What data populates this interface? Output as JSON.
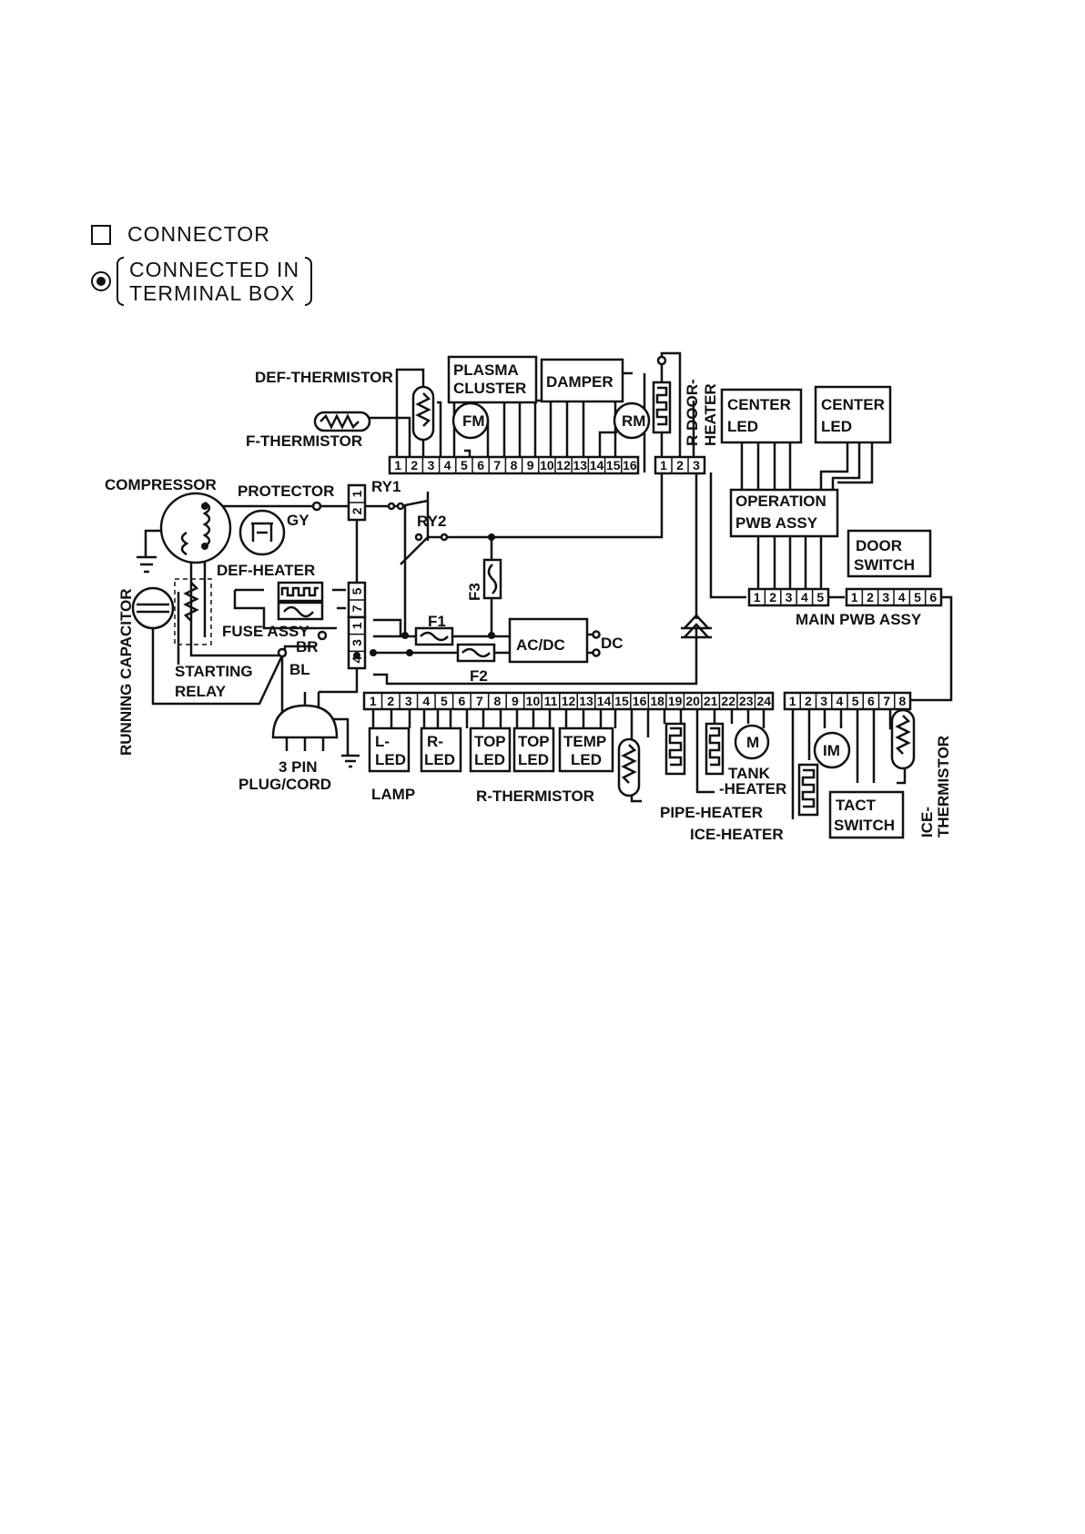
{
  "legend": {
    "connector": "CONNECTOR",
    "terminal_line1": "CONNECTED IN",
    "terminal_line2": "TERMINAL BOX"
  },
  "labels": {
    "def_thermistor": "DEF-THERMISTOR",
    "plasma1": "PLASMA",
    "plasma2": "CLUSTER",
    "damper": "DAMPER",
    "r_door_heater1": "R DOOR-",
    "r_door_heater2": "HEATER",
    "center_led_a1": "CENTER",
    "center_led_a2": "LED",
    "center_led_b1": "CENTER",
    "center_led_b2": "LED",
    "f_thermistor": "F-THERMISTOR",
    "fm": "FM",
    "rm": "RM",
    "compressor": "COMPRESSOR",
    "protector": "PROTECTOR",
    "gy": "GY",
    "ry1": "RY1",
    "ry2": "RY2",
    "operation1": "OPERATION",
    "operation2": "PWB ASSY",
    "door_switch1": "DOOR",
    "door_switch2": "SWITCH",
    "def_heater": "DEF-HEATER",
    "f3": "F3",
    "fuse_assy": "FUSE ASSY",
    "f1": "F1",
    "acdc": "AC/DC",
    "dc": "DC",
    "main_pwb": "MAIN  PWB ASSY",
    "running_capacitor": "RUNNING CAPACITOR",
    "br": "BR",
    "bl": "BL",
    "starting1": "STARTING",
    "starting2": "RELAY",
    "f2": "F2",
    "plug1": "3 PIN",
    "plug2": "PLUG/CORD",
    "l_led1": "L-",
    "l_led2": "LED",
    "r_led1": "R-",
    "r_led2": "LED",
    "top_led_a1": "TOP",
    "top_led_a2": "LED",
    "top_led_b1": "TOP",
    "top_led_b2": "LED",
    "temp_led1": "TEMP",
    "temp_led2": "LED",
    "lamp": "LAMP",
    "r_thermistor": "R-THERMISTOR",
    "m": "M",
    "tank1": "TANK",
    "tank2": "-HEATER",
    "im": "IM",
    "pipe_heater": "PIPE-HEATER",
    "ice_heater": "ICE-HEATER",
    "tact1": "TACT",
    "tact2": "SWITCH",
    "ice_thermistor1": "ICE-",
    "ice_thermistor2": "THERMISTOR"
  },
  "connectors": {
    "top16": [
      "1",
      "2",
      "3",
      "4",
      "5",
      "6",
      "7",
      "8",
      "9",
      "10",
      "12",
      "13",
      "14",
      "15",
      "16"
    ],
    "top3": [
      "1",
      "2",
      "3"
    ],
    "op5": [
      "1",
      "2",
      "3",
      "4",
      "5"
    ],
    "door6": [
      "1",
      "2",
      "3",
      "4",
      "5",
      "6"
    ],
    "bot24": [
      "1",
      "2",
      "3",
      "4",
      "5",
      "6",
      "7",
      "8",
      "9",
      "10",
      "11",
      "12",
      "13",
      "14",
      "15",
      "16",
      "18",
      "19",
      "20",
      "21",
      "22",
      "23",
      "24"
    ],
    "ice8": [
      "1",
      "2",
      "3",
      "4",
      "5",
      "6",
      "7",
      "8"
    ],
    "v12": [
      "1",
      "2"
    ],
    "v57": [
      "5",
      "7"
    ],
    "v134": [
      "1",
      "3",
      "4"
    ]
  }
}
